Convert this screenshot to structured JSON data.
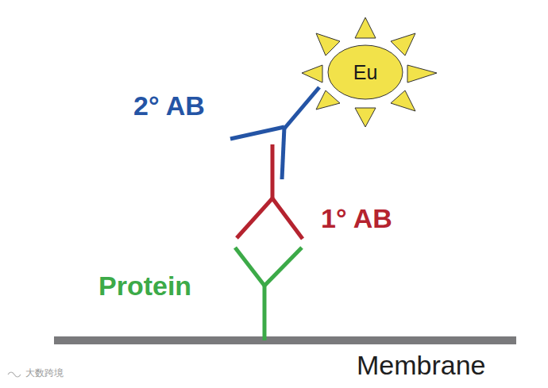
{
  "diagram": {
    "nodes": [
      {
        "text": [
          "Eu"
        ]
      }
    ],
    "labels": [
      "2° AB",
      "1° AB",
      "Protein",
      "Membrane",
      "大数跨境"
    ]
  }
}
